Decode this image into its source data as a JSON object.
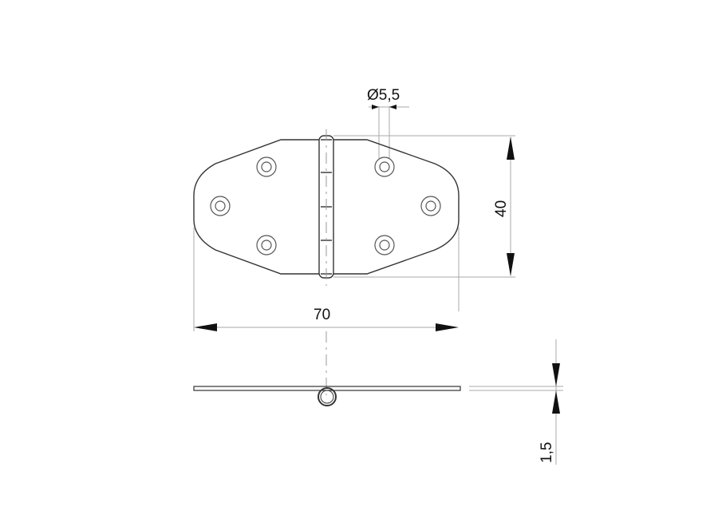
{
  "drawing": {
    "title": "Hinge technical drawing",
    "views": [
      "top-view",
      "side-view"
    ],
    "dimensions": {
      "hole_diameter": "Ø5,5",
      "height": "40",
      "width": "70",
      "thickness": "1,5"
    },
    "holes_count": 6,
    "knuckle_segments": 4,
    "colors": {
      "outline": "#333333",
      "dimension_line": "#aaaaaa",
      "text": "#111111",
      "background": "#ffffff"
    }
  }
}
